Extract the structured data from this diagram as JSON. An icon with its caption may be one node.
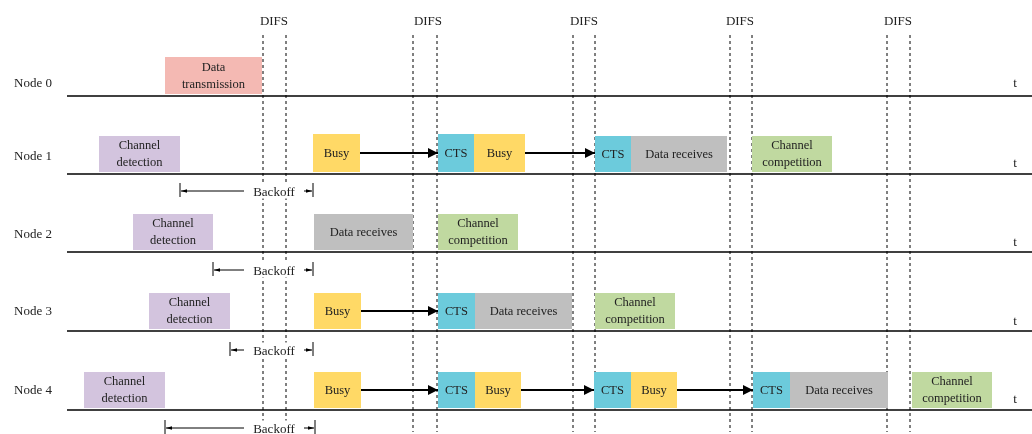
{
  "diagram": {
    "nodes": [
      {
        "text": [
          "Data transmission"
        ]
      },
      {
        "text": [
          "Channel detection"
        ]
      },
      {
        "text": [
          "Busy"
        ]
      },
      {
        "text": [
          "CTS"
        ]
      },
      {
        "text": [
          "Busy"
        ]
      },
      {
        "text": [
          "CTS"
        ]
      },
      {
        "text": [
          "Data receives"
        ]
      },
      {
        "text": [
          "Channel competition"
        ]
      },
      {
        "text": [
          "Channel detection"
        ]
      },
      {
        "text": [
          "Data receives"
        ]
      },
      {
        "text": [
          "Channel competition"
        ]
      },
      {
        "text": [
          "Channel detection"
        ]
      },
      {
        "text": [
          "Busy"
        ]
      },
      {
        "text": [
          "CTS"
        ]
      },
      {
        "text": [
          "Data receives"
        ]
      },
      {
        "text": [
          "Channel competition"
        ]
      },
      {
        "text": [
          "Channel detection"
        ]
      },
      {
        "text": [
          "Busy"
        ]
      },
      {
        "text": [
          "CTS"
        ]
      },
      {
        "text": [
          "Busy"
        ]
      },
      {
        "text": [
          "CTS"
        ]
      },
      {
        "text": [
          "Busy"
        ]
      },
      {
        "text": [
          "CTS"
        ]
      },
      {
        "text": [
          "Data receives"
        ]
      },
      {
        "text": [
          "Channel competition"
        ]
      }
    ],
    "edges": [
      {
        "from": 2,
        "to": 3,
        "arrow": "to"
      },
      {
        "from": 4,
        "to": 5,
        "arrow": "to"
      },
      {
        "from": 12,
        "to": 13,
        "arrow": "to"
      },
      {
        "from": 17,
        "to": 18,
        "arrow": "to"
      },
      {
        "from": 19,
        "to": 20,
        "arrow": "to"
      },
      {
        "from": 21,
        "to": 22,
        "arrow": "to"
      }
    ],
    "labels": [
      "DIFS",
      "DIFS",
      "DIFS",
      "DIFS",
      "DIFS",
      "Node 0",
      "t",
      "Node 1",
      "t",
      "Backoff",
      "Node 2",
      "t",
      "Backoff",
      "Node 3",
      "t",
      "Backoff",
      "Node 4",
      "t",
      "Backoff"
    ]
  }
}
